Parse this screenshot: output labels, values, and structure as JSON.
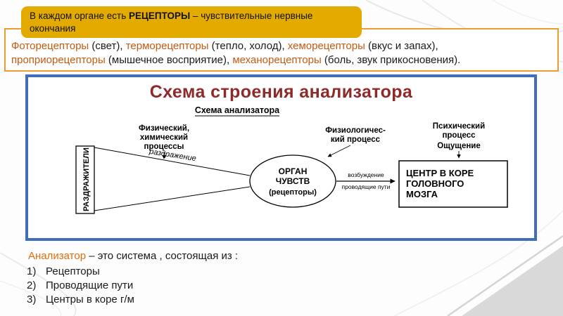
{
  "colors": {
    "header_bg": "#E3AB00",
    "box_border": "#ED9B33",
    "accent_orange": "#C55A11",
    "frame_blue": "#3E6FB8",
    "title_red": "#8E2A2A",
    "lead_orange": "#E36C0A"
  },
  "header_box": {
    "text_before": "В каждом органе есть ",
    "text_bold": "РЕЦЕПТОРЫ",
    "text_after": " – чувствительные нервные",
    "line2": "окончания"
  },
  "receptors": {
    "segments": [
      {
        "text": "Фоторецепторы"
      },
      {
        "text": " (свет), "
      },
      {
        "text": "терморецепторы"
      },
      {
        "text": " (тепло, холод), "
      },
      {
        "text": "хеморецепторы"
      },
      {
        "text": " (вкус и запах), "
      },
      {
        "text": "проприорецепторы"
      },
      {
        "text": " (мышечное восприятие), "
      },
      {
        "text": "механорецепторы"
      },
      {
        "text": " (боль, звук прикосновения)."
      }
    ]
  },
  "diagram": {
    "title": "Схема строения анализатора",
    "subtitle": "Схема анализатора",
    "physical": [
      "Физический,",
      "химический",
      "процессы"
    ],
    "physiological": [
      "Физиологичес-",
      "кий процесс"
    ],
    "psychic": [
      "Психический",
      "процесс",
      "Ощущение"
    ],
    "stimuli": "РАЗДРАЖИТЕЛИ",
    "irritation": "раздражение",
    "organ": [
      "ОРГАН",
      "ЧУВСТВ",
      "(рецепторы)"
    ],
    "excitation": "возбуждение",
    "pathways": "проводящие пути",
    "center": [
      "ЦЕНТР В КОРЕ",
      "ГОЛОВНОГО",
      "МОЗГА"
    ]
  },
  "bottom": {
    "lead_accent": "Анализатор",
    "lead_rest": " – это система , состоящая из :",
    "items": [
      {
        "num": "1)",
        "text": "Рецепторы"
      },
      {
        "num": "2)",
        "text": "Проводящие пути"
      },
      {
        "num": "3)",
        "text": "Центры в коре г/м"
      }
    ]
  }
}
